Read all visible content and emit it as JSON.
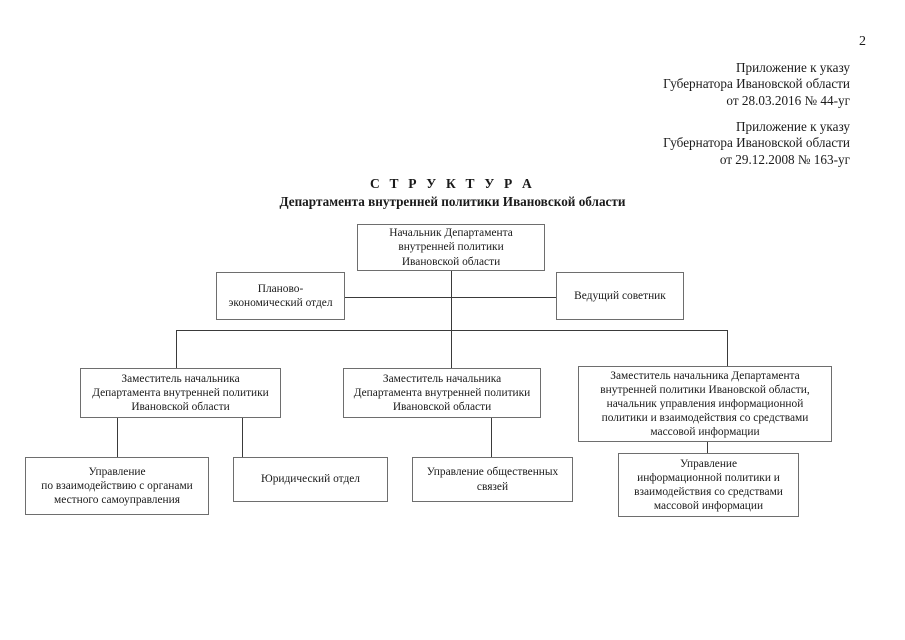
{
  "document": {
    "page_number": "2",
    "appendix_1": {
      "line1": "Приложение к указу",
      "line2": "Губернатора Ивановской области",
      "line3": "от 28.03.2016 № 44-уг"
    },
    "appendix_2": {
      "line1": "Приложение к указу",
      "line2": "Губернатора Ивановской области",
      "line3": "от 29.12.2008 № 163-уг"
    },
    "title": "С Т Р У К Т У Р А",
    "subtitle": "Департамента внутренней политики Ивановской области"
  },
  "chart_data": {
    "type": "diagram",
    "title": "Структура Департамента внутренней политики Ивановской области",
    "nodes": [
      {
        "id": "head",
        "label": "Начальник Департамента\nвнутренней политики\nИвановской области",
        "lines": [
          "Начальник Департамента",
          "внутренней политики",
          "Ивановской области"
        ],
        "level": 0
      },
      {
        "id": "planning",
        "label": "Планово-\nэкономический отдел",
        "lines": [
          "Планово-",
          "экономический отдел"
        ],
        "level": 1
      },
      {
        "id": "advisor",
        "label": "Ведущий советник",
        "lines": [
          "Ведущий советник"
        ],
        "level": 1
      },
      {
        "id": "deputy1",
        "label": "Заместитель начальника\nДепартамента внутренней политики\nИвановской области",
        "lines": [
          "Заместитель начальника",
          "Департамента внутренней политики",
          "Ивановской области"
        ],
        "level": 2
      },
      {
        "id": "deputy2",
        "label": "Заместитель начальника\nДепартамента внутренней политики\nИвановской области",
        "lines": [
          "Заместитель начальника",
          "Департамента внутренней политики",
          "Ивановской области"
        ],
        "level": 2
      },
      {
        "id": "deputy3",
        "label": "Заместитель начальника Департамента внутренней политики Ивановской области, начальник управления информационной политики и взаимодействия со средствами массовой информации",
        "lines": [
          "Заместитель начальника Департамента",
          "внутренней политики Ивановской области,",
          "начальник управления информационной",
          "политики и взаимодействия со средствами",
          "массовой информации"
        ],
        "level": 2
      },
      {
        "id": "dept-local",
        "label": "Управление\nпо взаимодействию с органами\nместного самоуправления",
        "lines": [
          "Управление",
          "по взаимодействию с органами",
          "местного самоуправления"
        ],
        "level": 3
      },
      {
        "id": "dept-legal",
        "label": "Юридический отдел",
        "lines": [
          "Юридический отдел"
        ],
        "level": 3
      },
      {
        "id": "dept-public",
        "label": "Управление общественных связей",
        "lines": [
          "Управление общественных",
          "связей"
        ],
        "level": 3
      },
      {
        "id": "dept-info",
        "label": "Управление информационной политики и взаимодействия со средствами массовой информации",
        "lines": [
          "Управление",
          "информационной политики и",
          "взаимодействия со средствами",
          "массовой информации"
        ],
        "level": 3
      }
    ],
    "edges": [
      {
        "from": "head",
        "to": "planning"
      },
      {
        "from": "head",
        "to": "advisor"
      },
      {
        "from": "head",
        "to": "deputy1"
      },
      {
        "from": "head",
        "to": "deputy2"
      },
      {
        "from": "head",
        "to": "deputy3"
      },
      {
        "from": "deputy1",
        "to": "dept-local"
      },
      {
        "from": "deputy1",
        "to": "dept-legal"
      },
      {
        "from": "deputy2",
        "to": "dept-public"
      },
      {
        "from": "deputy3",
        "to": "dept-info"
      }
    ]
  },
  "colors": {
    "node_border": "#6e6e6e",
    "connector": "#3a3a3a",
    "text": "#1a1a1a",
    "background": "#ffffff"
  }
}
